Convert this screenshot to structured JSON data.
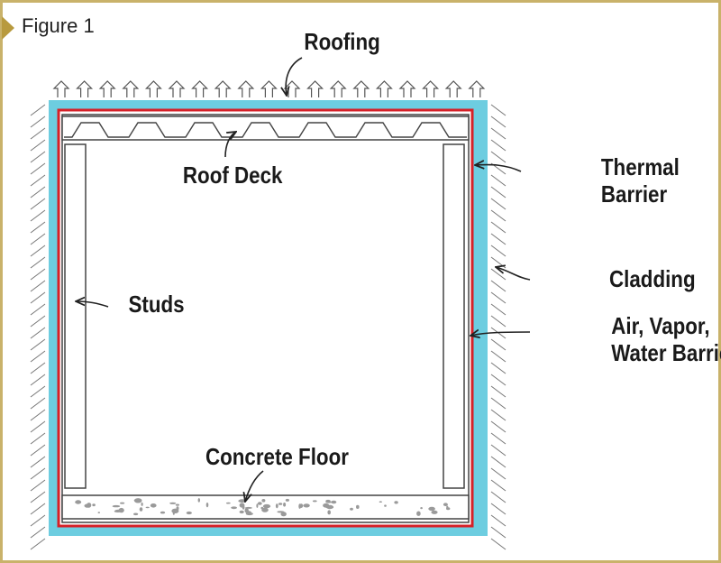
{
  "figure_title": "Figure 1",
  "labels": {
    "roofing": "Roofing",
    "roof_deck": "Roof Deck",
    "thermal_barrier_line1": "Thermal",
    "thermal_barrier_line2": "Barrier",
    "cladding": "Cladding",
    "studs": "Studs",
    "air_barrier_line1": "Air, Vapor,",
    "air_barrier_line2": "Water Barrier",
    "concrete_floor": "Concrete Floor"
  },
  "colors": {
    "frame": "#c9b26a",
    "cladding_fill": "#6dcde0",
    "barrier_line": "#d62027",
    "outline": "#333333"
  }
}
